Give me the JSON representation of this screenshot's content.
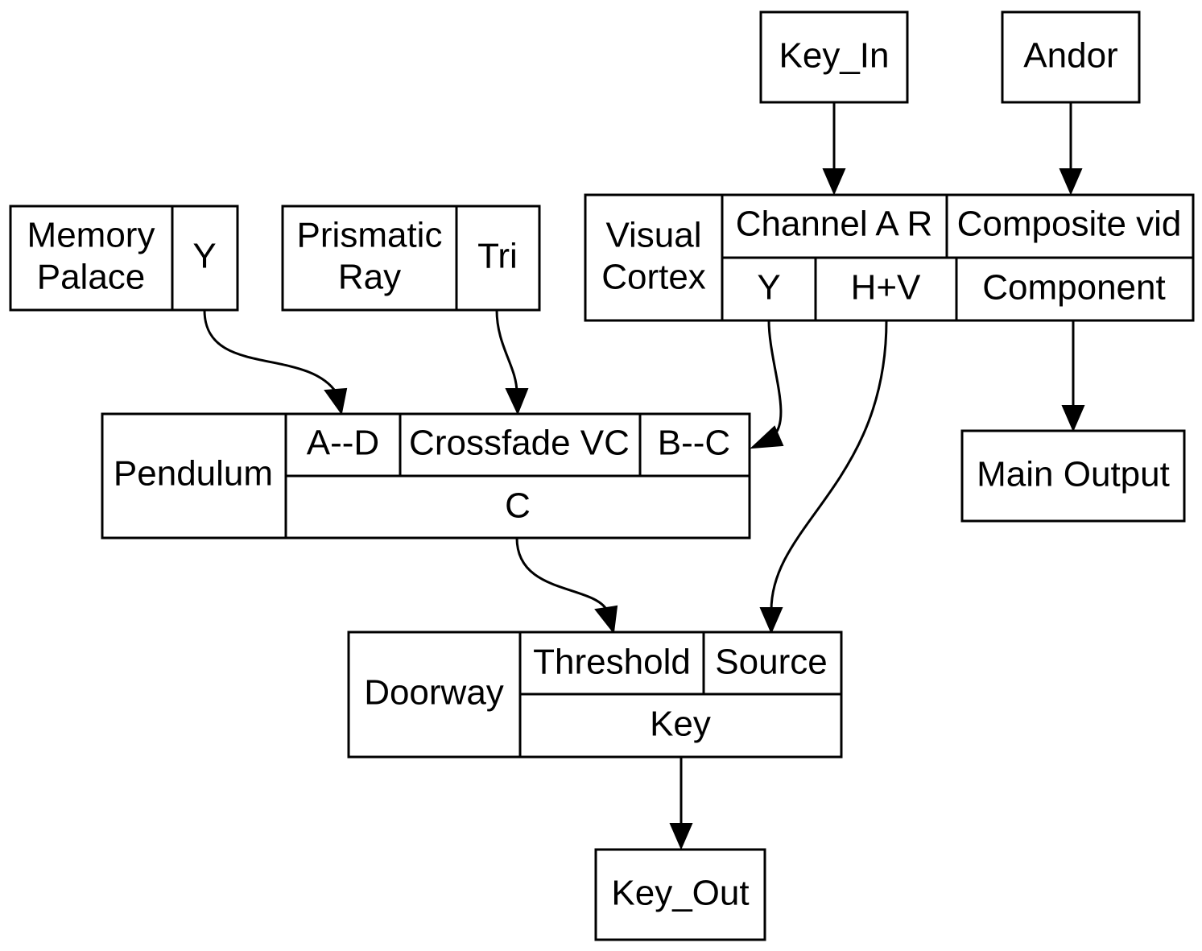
{
  "nodes": {
    "key_in": {
      "label": "Key_In"
    },
    "andor": {
      "label": "Andor"
    },
    "memory_palace": {
      "label_line1": "Memory",
      "label_line2": "Palace",
      "port_y": "Y"
    },
    "prismatic_ray": {
      "label_line1": "Prismatic",
      "label_line2": "Ray",
      "port_tri": "Tri"
    },
    "visual_cortex": {
      "label_line1": "Visual",
      "label_line2": "Cortex",
      "port_channel_a_r": "Channel A R",
      "port_composite_vid": "Composite vid",
      "port_y": "Y",
      "port_hv": "H+V",
      "port_component": "Component"
    },
    "pendulum": {
      "label": "Pendulum",
      "port_ad": "A--D",
      "port_crossfade_vc": "Crossfade VC",
      "port_bc": "B--C",
      "port_c": "C"
    },
    "main_output": {
      "label": "Main Output"
    },
    "doorway": {
      "label": "Doorway",
      "port_threshold": "Threshold",
      "port_source": "Source",
      "port_key": "Key"
    },
    "key_out": {
      "label": "Key_Out"
    }
  },
  "edges": [
    {
      "from": "Key_In",
      "to": "Visual Cortex: Channel A R"
    },
    {
      "from": "Andor",
      "to": "Visual Cortex: Composite vid"
    },
    {
      "from": "Memory Palace: Y",
      "to": "Pendulum: A--D"
    },
    {
      "from": "Prismatic Ray: Tri",
      "to": "Pendulum: Crossfade VC"
    },
    {
      "from": "Visual Cortex: Y",
      "to": "Pendulum: B--C"
    },
    {
      "from": "Visual Cortex: H+V",
      "to": "Doorway: Source"
    },
    {
      "from": "Visual Cortex: Component",
      "to": "Main Output"
    },
    {
      "from": "Pendulum: C",
      "to": "Doorway: Threshold"
    },
    {
      "from": "Doorway: Key",
      "to": "Key_Out"
    }
  ]
}
